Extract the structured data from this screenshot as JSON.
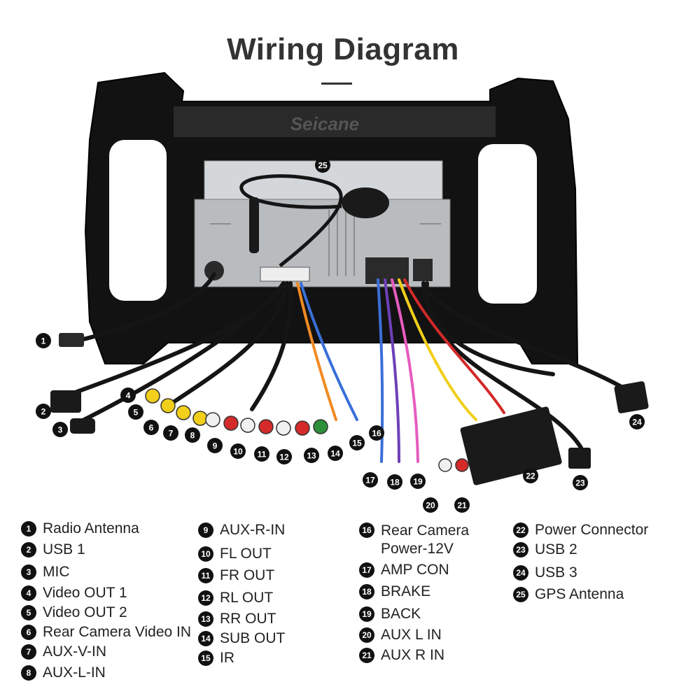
{
  "page_title": "Wiring Diagram",
  "watermark": "Seicane",
  "legend": [
    {
      "num": "1",
      "label": "Radio Antenna"
    },
    {
      "num": "2",
      "label": "USB 1"
    },
    {
      "num": "3",
      "label": "MIC"
    },
    {
      "num": "4",
      "label": "Video OUT 1"
    },
    {
      "num": "5",
      "label": "Video OUT 2"
    },
    {
      "num": "6",
      "label": "Rear Camera Video IN"
    },
    {
      "num": "7",
      "label": "AUX-V-IN"
    },
    {
      "num": "8",
      "label": "AUX-L-IN"
    },
    {
      "num": "9",
      "label": "AUX-R-IN"
    },
    {
      "num": "10",
      "label": "FL OUT"
    },
    {
      "num": "11",
      "label": "FR OUT"
    },
    {
      "num": "12",
      "label": "RL OUT"
    },
    {
      "num": "13",
      "label": "RR OUT"
    },
    {
      "num": "14",
      "label": "SUB OUT"
    },
    {
      "num": "15",
      "label": "IR"
    },
    {
      "num": "16",
      "label": "Rear Camera Power-12V"
    },
    {
      "num": "17",
      "label": "AMP CON"
    },
    {
      "num": "18",
      "label": "BRAKE"
    },
    {
      "num": "19",
      "label": "BACK"
    },
    {
      "num": "20",
      "label": "AUX L IN"
    },
    {
      "num": "21",
      "label": "AUX R IN"
    },
    {
      "num": "22",
      "label": "Power Connector"
    },
    {
      "num": "23",
      "label": "USB 2"
    },
    {
      "num": "24",
      "label": "USB 3"
    },
    {
      "num": "25",
      "label": "GPS Antenna"
    }
  ],
  "colors": {
    "frame": "#111111",
    "unit": "#b9bcbf",
    "rca_red": "#d42a2a",
    "rca_white": "#f0f0f0",
    "rca_yellow": "#f1cf1a",
    "rca_green": "#2d8f3a",
    "wire_blue": "#3a6fd8",
    "wire_orange": "#f08a24"
  }
}
